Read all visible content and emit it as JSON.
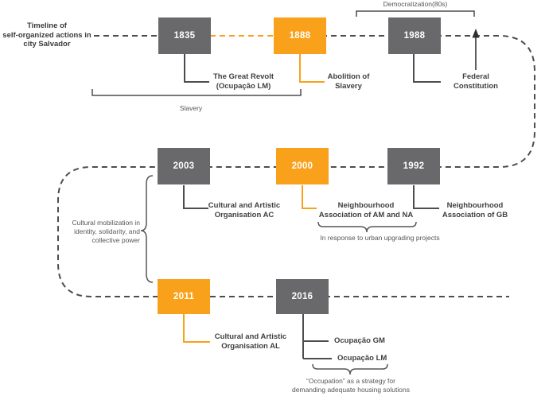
{
  "diagram_title": "Timeline of\nself-organized actions in\ncity Salvador",
  "colors": {
    "highlight_orange": "#F9A11B",
    "box_gray": "#69686A",
    "dashed_line": "#4D4D4D",
    "label_text": "#3F3F3F",
    "annotation_text": "#565656",
    "year_text": "#FFFFFF"
  },
  "rows": [
    {
      "events": [
        {
          "year": "1835",
          "highlighted": false,
          "label": "The Great Revolt\n(Ocupação LM)"
        },
        {
          "year": "1888",
          "highlighted": true,
          "label": "Abolition of\nSlavery"
        },
        {
          "year": "1988",
          "highlighted": false,
          "label": "Federal\nConstitution"
        }
      ]
    },
    {
      "events": [
        {
          "year": "2003",
          "highlighted": false,
          "label": "Cultural and Artistic\nOrganisation AC"
        },
        {
          "year": "2000",
          "highlighted": true,
          "label": "Neighbourhood\nAssociation of AM and NA"
        },
        {
          "year": "1992",
          "highlighted": false,
          "label": "Neighbourhood\nAssociation of GB"
        }
      ]
    },
    {
      "events": [
        {
          "year": "2011",
          "highlighted": true,
          "label": "Cultural and Artistic\nOrganisation AL"
        },
        {
          "year": "2016",
          "highlighted": false,
          "labels": [
            "Ocupação GM",
            "Ocupação LM"
          ]
        }
      ]
    }
  ],
  "annotations": {
    "democratization": "Democratization(80s)",
    "slavery": "Slavery",
    "mobilization": "Cultural mobilization in\nidentity, solidarity, and\ncollective power",
    "urban_response": "In response to urban upgrading projects",
    "occupation_strategy": "“Occupation” as a strategy for\ndemanding adequate housing solutions"
  }
}
